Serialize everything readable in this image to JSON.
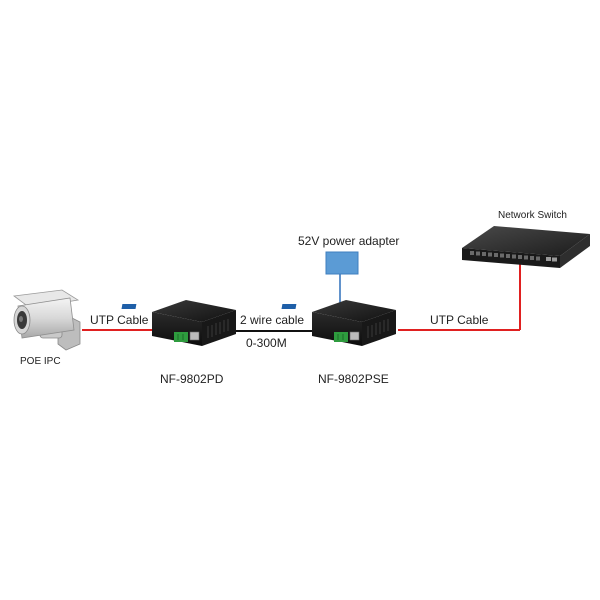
{
  "labels": {
    "network_switch": "Network Switch",
    "power_adapter": "52V power adapter",
    "utp_cable_left": "UTP Cable",
    "two_wire_cable": "2 wire  cable",
    "distance": "0-300M",
    "utp_cable_right": "UTP Cable",
    "poe_ipc": "POE IPC",
    "device_pd": "NF-9802PD",
    "device_pse": "NF-9802PSE"
  },
  "colors": {
    "utp_cable": "#e02020",
    "two_wire_cable": "#111111",
    "power_wire": "#3a78c0",
    "adapter_fill": "#5b9bd5",
    "device_body": "#1a1a1a",
    "terminal_green": "#2e9b3e",
    "switch_body": "#2a2a2a"
  },
  "icons": {
    "camera": "poe-camera-icon",
    "extender_pd": "extender-box-icon",
    "extender_pse": "extender-box-icon",
    "switch": "network-switch-icon",
    "adapter": "power-adapter-icon"
  }
}
